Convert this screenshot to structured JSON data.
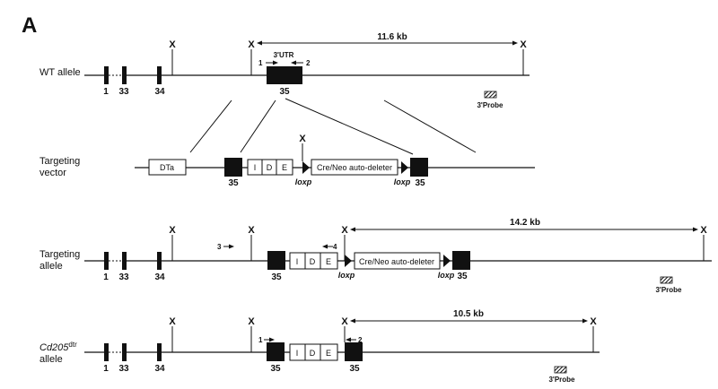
{
  "panel_label": "A",
  "rows": {
    "wt": {
      "label": "WT allele",
      "exons": [
        "1",
        "33",
        "34",
        "35"
      ],
      "utr": "3'UTR",
      "primer_1": "1",
      "primer_2": "2",
      "distance": "11.6 kb"
    },
    "vector": {
      "label_line1": "Targeting",
      "label_line2": "vector",
      "dta": "DTa",
      "cassette": "Cre/Neo auto-deleter",
      "exons": [
        "35",
        "35"
      ],
      "loxp": "loxp",
      "ide": [
        "I",
        "D",
        "E"
      ]
    },
    "targeting": {
      "label_line1": "Targeting",
      "label_line2": "allele",
      "exons": [
        "1",
        "33",
        "34",
        "35",
        "35"
      ],
      "primer_3": "3",
      "primer_4": "4",
      "distance": "14.2 kb",
      "cassette": "Cre/Neo auto-deleter",
      "loxp": "loxp",
      "ide": [
        "I",
        "D",
        "E"
      ]
    },
    "cd205": {
      "label_gene": "Cd205",
      "label_sup": "dtr",
      "label_line2": "allele",
      "exons": [
        "1",
        "33",
        "34",
        "35",
        "35"
      ],
      "primer_1": "1",
      "primer_2": "2",
      "distance": "10.5 kb",
      "ide": [
        "I",
        "D",
        "E"
      ]
    }
  },
  "site_label": "X",
  "probe_label": "3'Probe"
}
